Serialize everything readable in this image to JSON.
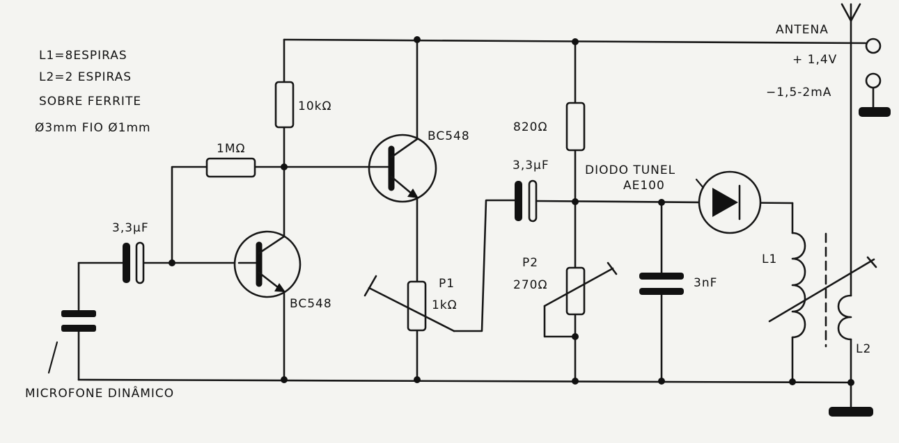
{
  "notes": {
    "l1": "L1=8ESPIRAS",
    "l2": "L2=2 ESPIRAS",
    "core": "SOBRE FERRITE",
    "wire": "Ø3mm FIO Ø1mm"
  },
  "labels": {
    "r_10k": "10kΩ",
    "r_1m": "1MΩ",
    "q1": "BC548",
    "q2": "BC548",
    "c_input": "3,3μF",
    "c_coupling": "3,3μF",
    "r_820": "820Ω",
    "diode_title": "DIODO TUNEL",
    "diode_part": "AE100",
    "p1_name": "P1",
    "p1_value": "1kΩ",
    "p2_name": "P2",
    "p2_value": "270Ω",
    "c_3n": "3nF",
    "l1": "L1",
    "l2": "L2",
    "microphone": "MICROFONE DINÂMICO",
    "antenna": "ANTENA",
    "voltage": "+ 1,4V",
    "current": "−1,5-2mA"
  }
}
